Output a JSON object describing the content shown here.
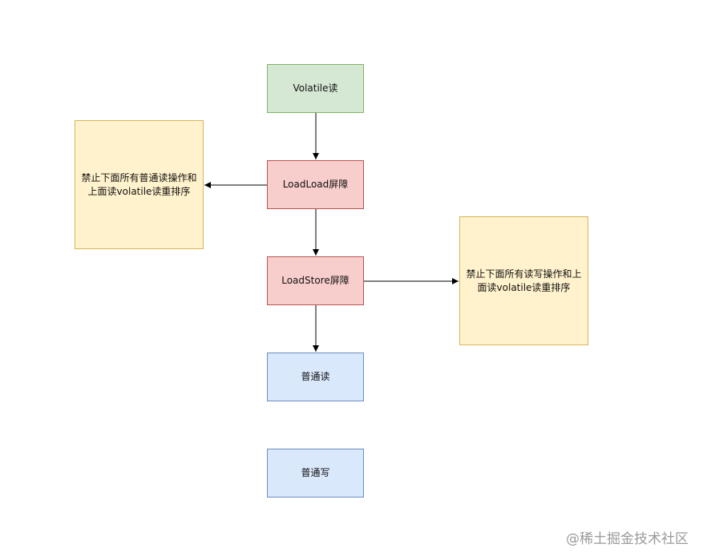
{
  "nodes": {
    "volatile_read": "Volatile读",
    "loadload_barrier": "LoadLoad屏障",
    "loadstore_barrier": "LoadStore屏障",
    "normal_read": "普通读",
    "normal_write": "普通写",
    "note_loadload": "禁止下面所有普通读操作和上面读volatile读重排序",
    "note_loadstore": "禁止下面所有读写操作和上面读volatile读重排序"
  },
  "colors": {
    "green_fill": "#d5e8d4",
    "green_stroke": "#82b366",
    "red_fill": "#f8cecc",
    "red_stroke": "#b85450",
    "blue_fill": "#dae8fc",
    "blue_stroke": "#6c8ebf",
    "yellow_fill": "#fff2cc",
    "yellow_stroke": "#d6b656",
    "edge": "#000000"
  },
  "watermark": "@稀土掘金技术社区"
}
